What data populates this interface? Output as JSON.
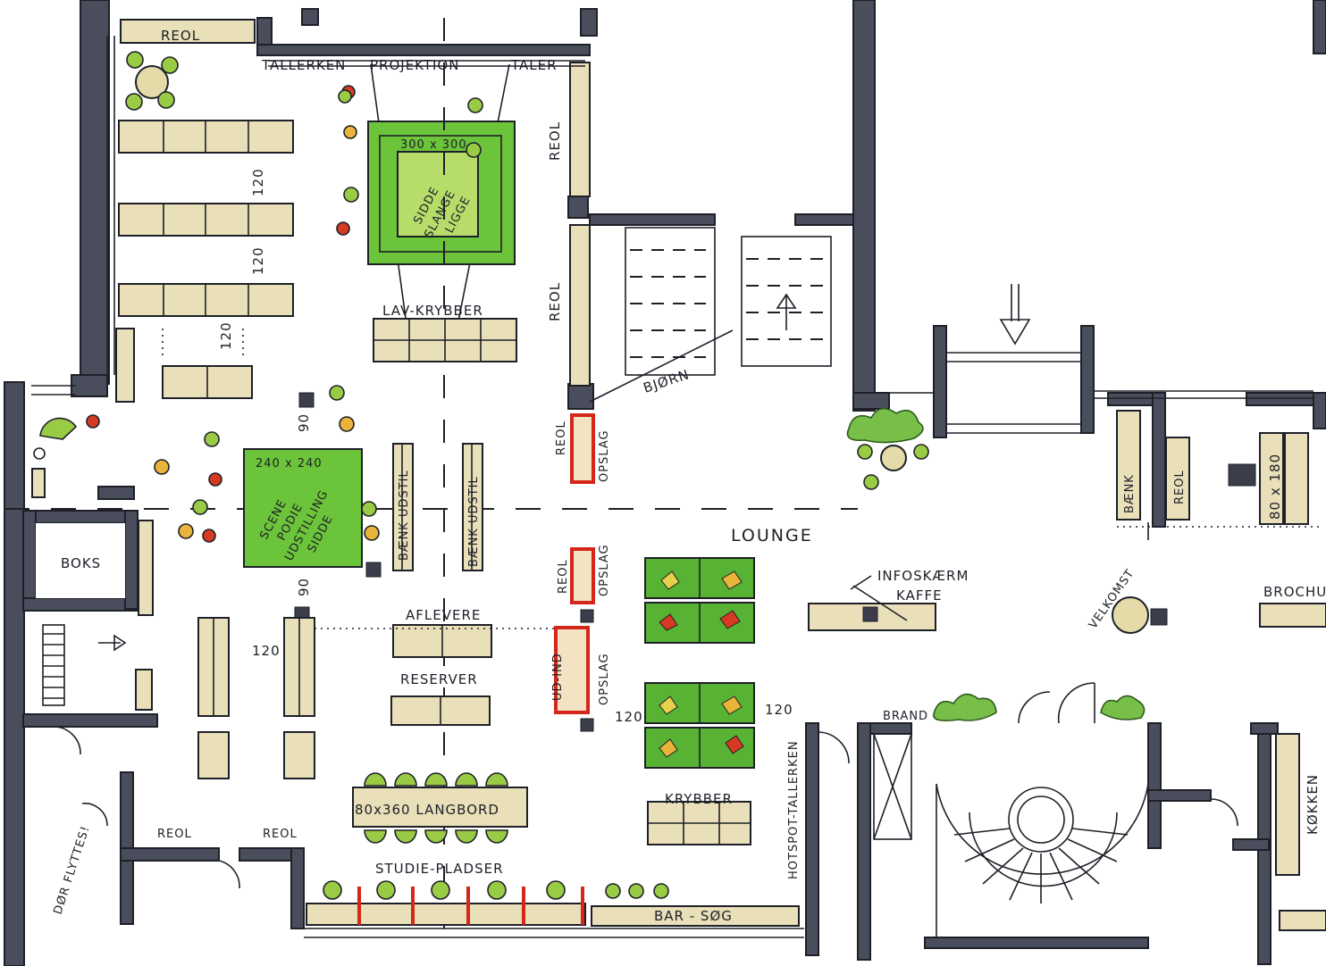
{
  "labels": {
    "reol": "REOL",
    "tallerken": "TALLERKEN",
    "projektion": "PROJEKTION",
    "taler": "TALER",
    "size_300": "300 x 300",
    "siddeplads": "SIDDE",
    "slange": "SLANGE",
    "ligge": "LIGGE",
    "lav_krybber": "LAV-KRYBBER",
    "trappe": "BJØRN",
    "boks": "BOKS",
    "size_240": "240 x 240",
    "scene": "SCENE",
    "podie": "PODIE",
    "udstilling": "UDSTILLING",
    "sidde": "SIDDE",
    "baenk_udstil": "BÆNK UDSTIL",
    "opslag": "OPSLAG",
    "lounge": "LOUNGE",
    "aflevere": "AFLEVERE",
    "reserver": "RESERVER",
    "ud_ind": "UD-IND",
    "langbord": "80x360 LANGBORD",
    "studie": "STUDIE-PLADSER",
    "krybber": "KRYBBER",
    "bar": "BAR - SØG",
    "hotspot": "HOTSPOT-TALLERKEN",
    "infoskaerm": "INFOSKÆRM",
    "kaffe": "KAFFE",
    "velkomst": "VELKOMST",
    "brochurer": "BROCHU",
    "brand": "BRAND",
    "baenk": "BÆNK",
    "size_80x180": "80 x 180",
    "kokken": "KØKKEN",
    "dor_flyttes": "DØR FLYTTES!",
    "dim_120": "120",
    "dim_90": "90"
  }
}
